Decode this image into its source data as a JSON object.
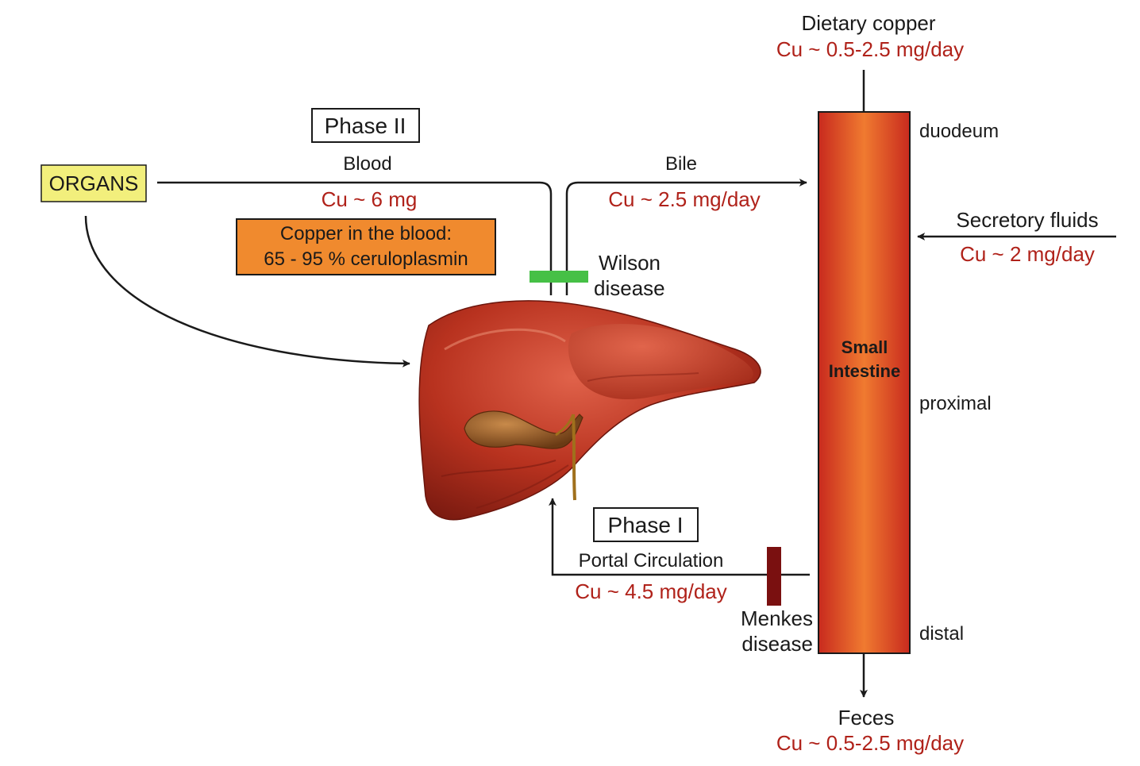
{
  "colors": {
    "value_red": "#b0221a",
    "organs_box": "#f2ef7c",
    "info_box": "#f08a2e",
    "wilson_marker": "#46c046",
    "menkes_marker": "#7a1010",
    "intestine_edge": "#c82a1e",
    "intestine_center": "#f07a30",
    "liver": "#b8321f"
  },
  "organs": {
    "label": "ORGANS"
  },
  "phase2": {
    "label": "Phase II"
  },
  "phase1": {
    "label": "Phase I"
  },
  "blood": {
    "label": "Blood",
    "value": "Cu ~ 6 mg"
  },
  "blood_info": {
    "line1": "Copper in the blood:",
    "line2": "65 - 95 % ceruloplasmin"
  },
  "bile": {
    "label": "Bile",
    "value": "Cu ~ 2.5 mg/day"
  },
  "wilson": {
    "line1": "Wilson",
    "line2": "disease"
  },
  "menkes": {
    "line1": "Menkes",
    "line2": "disease"
  },
  "portal": {
    "label": "Portal Circulation",
    "value": "Cu ~ 4.5 mg/day"
  },
  "dietary": {
    "label": "Dietary copper",
    "value": "Cu ~ 0.5-2.5 mg/day"
  },
  "secretory": {
    "label": "Secretory fluids",
    "value": "Cu ~ 2 mg/day"
  },
  "feces": {
    "label": "Feces",
    "value": "Cu ~ 0.5-2.5 mg/day"
  },
  "intestine": {
    "line1": "Small",
    "line2": "Intestine",
    "segments": [
      "duodeum",
      "proximal",
      "distal"
    ]
  },
  "icons": [
    "liver-icon",
    "gallbladder-icon"
  ]
}
